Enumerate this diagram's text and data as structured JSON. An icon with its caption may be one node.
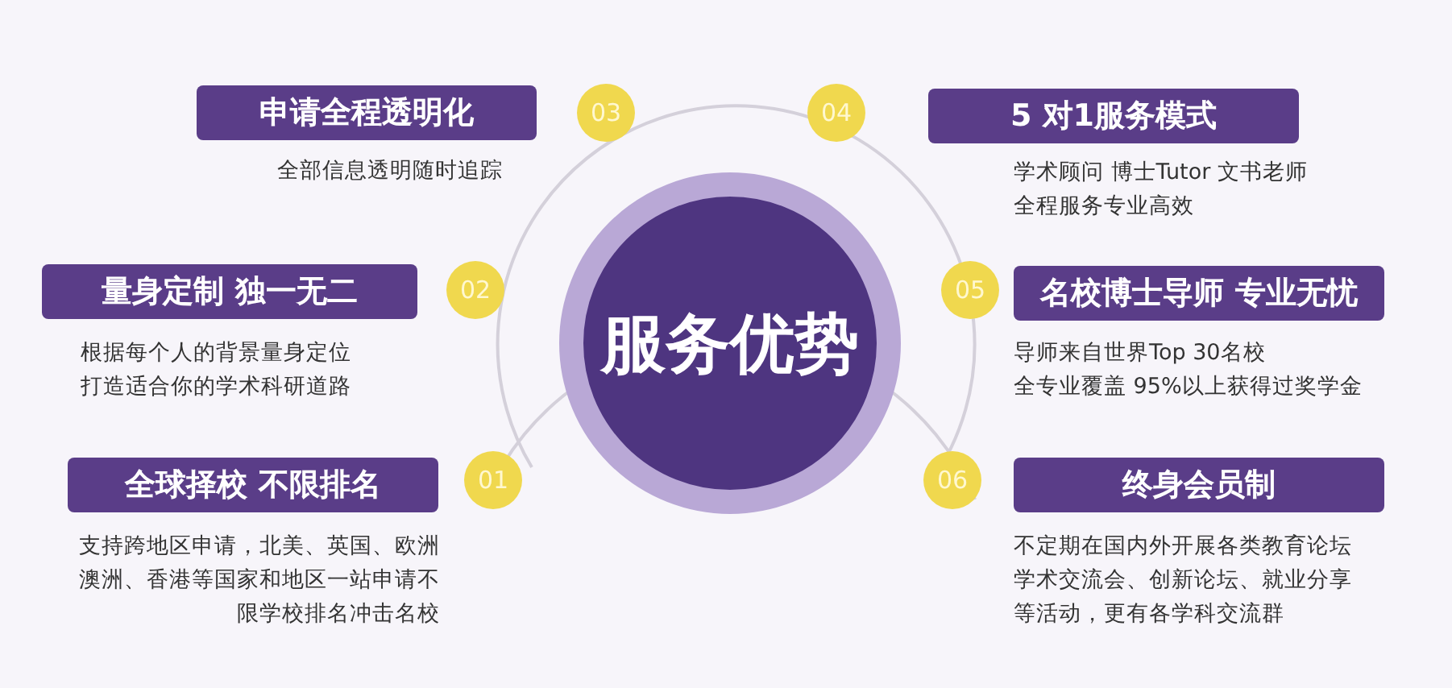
{
  "diagram": {
    "nodes": [
      {
        "text": [
          "服务优势"
        ]
      },
      {
        "text": [
          "01"
        ]
      },
      {
        "text": [
          "全球择校 不限排名"
        ],
        "beside": [
          "支持跨地区申请，北美、英国、欧洲澳洲、香港等国家和地区一站申请不限学校排名冲击名校"
        ]
      },
      {
        "text": [
          "02"
        ]
      },
      {
        "text": [
          "量身定制 独一无二"
        ],
        "beside": [
          "根据每个人的背景量身定位",
          "打造适合你的学术科研道路"
        ]
      },
      {
        "text": [
          "03"
        ]
      },
      {
        "text": [
          "申请全程透明化"
        ],
        "beside": [
          "全部信息透明随时追踪"
        ]
      },
      {
        "text": [
          "04"
        ]
      },
      {
        "text": [
          "5 对1服务模式"
        ],
        "beside": [
          "学术顾问 博士Tutor 文书老师",
          "全程服务专业高效"
        ]
      },
      {
        "text": [
          "05"
        ]
      },
      {
        "text": [
          "名校博士导师 专业无忧"
        ],
        "beside": [
          "导师来自世界Top 30名校",
          "全专业覆盖 95%以上获得过奖学金"
        ]
      },
      {
        "text": [
          "06"
        ]
      },
      {
        "text": [
          "终身会员制"
        ],
        "beside": [
          "不定期在国内外开展各类教育论坛学术交流会、创新论坛、就业分享等活动，更有各学科交流群"
        ]
      }
    ]
  }
}
